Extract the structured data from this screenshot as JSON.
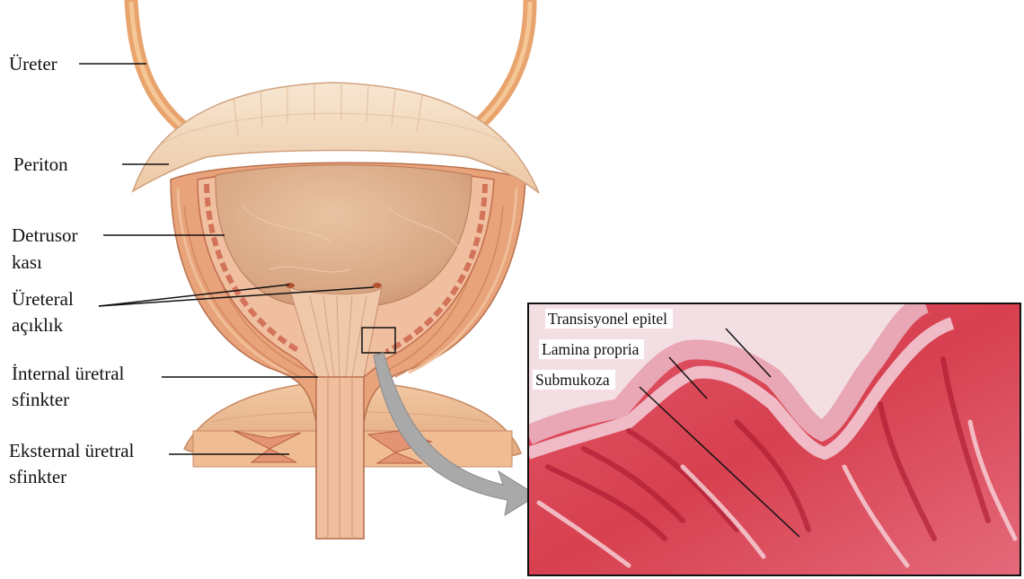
{
  "anatomy_labels": {
    "ureter": "Üreter",
    "periton": "Periton",
    "detrusor_line1": "Detrusor",
    "detrusor_line2": "kası",
    "ureteral_opening_line1": "Üreteral",
    "ureteral_opening_line2": "açıklık",
    "internal_sphincter_line1": "İnternal üretral",
    "internal_sphincter_line2": "sfinkter",
    "external_sphincter_line1": "Eksternal üretral",
    "external_sphincter_line2": "sfinkter"
  },
  "histology_labels": {
    "transitional_epithelium": "Transisyonel epitel",
    "lamina_propria": "Lamina propria",
    "submucosa": "Submukoza"
  },
  "colors": {
    "muscle": "#e59a74",
    "muscle_dark": "#c96a4a",
    "mucosa_fill": "#ddb08c",
    "peritoneum": "#f3dcc1",
    "tissue_red": "#d83c50",
    "tissue_pink": "#e99aa9",
    "arrow_gray": "#a9a9a9"
  }
}
